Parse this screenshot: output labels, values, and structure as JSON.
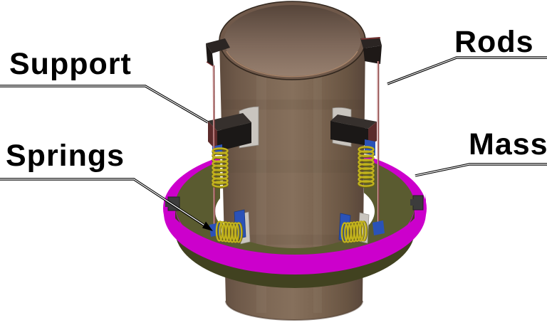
{
  "labels": {
    "support": {
      "text": "Support"
    },
    "springs": {
      "text": "Springs"
    },
    "rods": {
      "text": "Rods"
    },
    "mass": {
      "text": "Mass"
    }
  },
  "colors": {
    "cylinder_brown": "#7d6754",
    "cylinder_rim": "#70594a",
    "ring_olive_top": "#5a5b30",
    "ring_olive_face": "#414220",
    "ring_magenta": "#cc00cc",
    "spring_yellow": "#c2b31d",
    "spring_shadow": "#6c6213",
    "bracket_blue": "#2a52b8",
    "support_maroon": "#5c2b2b",
    "support_dark": "#1b1817",
    "support_top": "#36302d",
    "plate_gray": "#c9c5bf",
    "rod_red": "#8a4646",
    "clamp_gray": "#3c3c3c",
    "leader_black": "#000000"
  }
}
